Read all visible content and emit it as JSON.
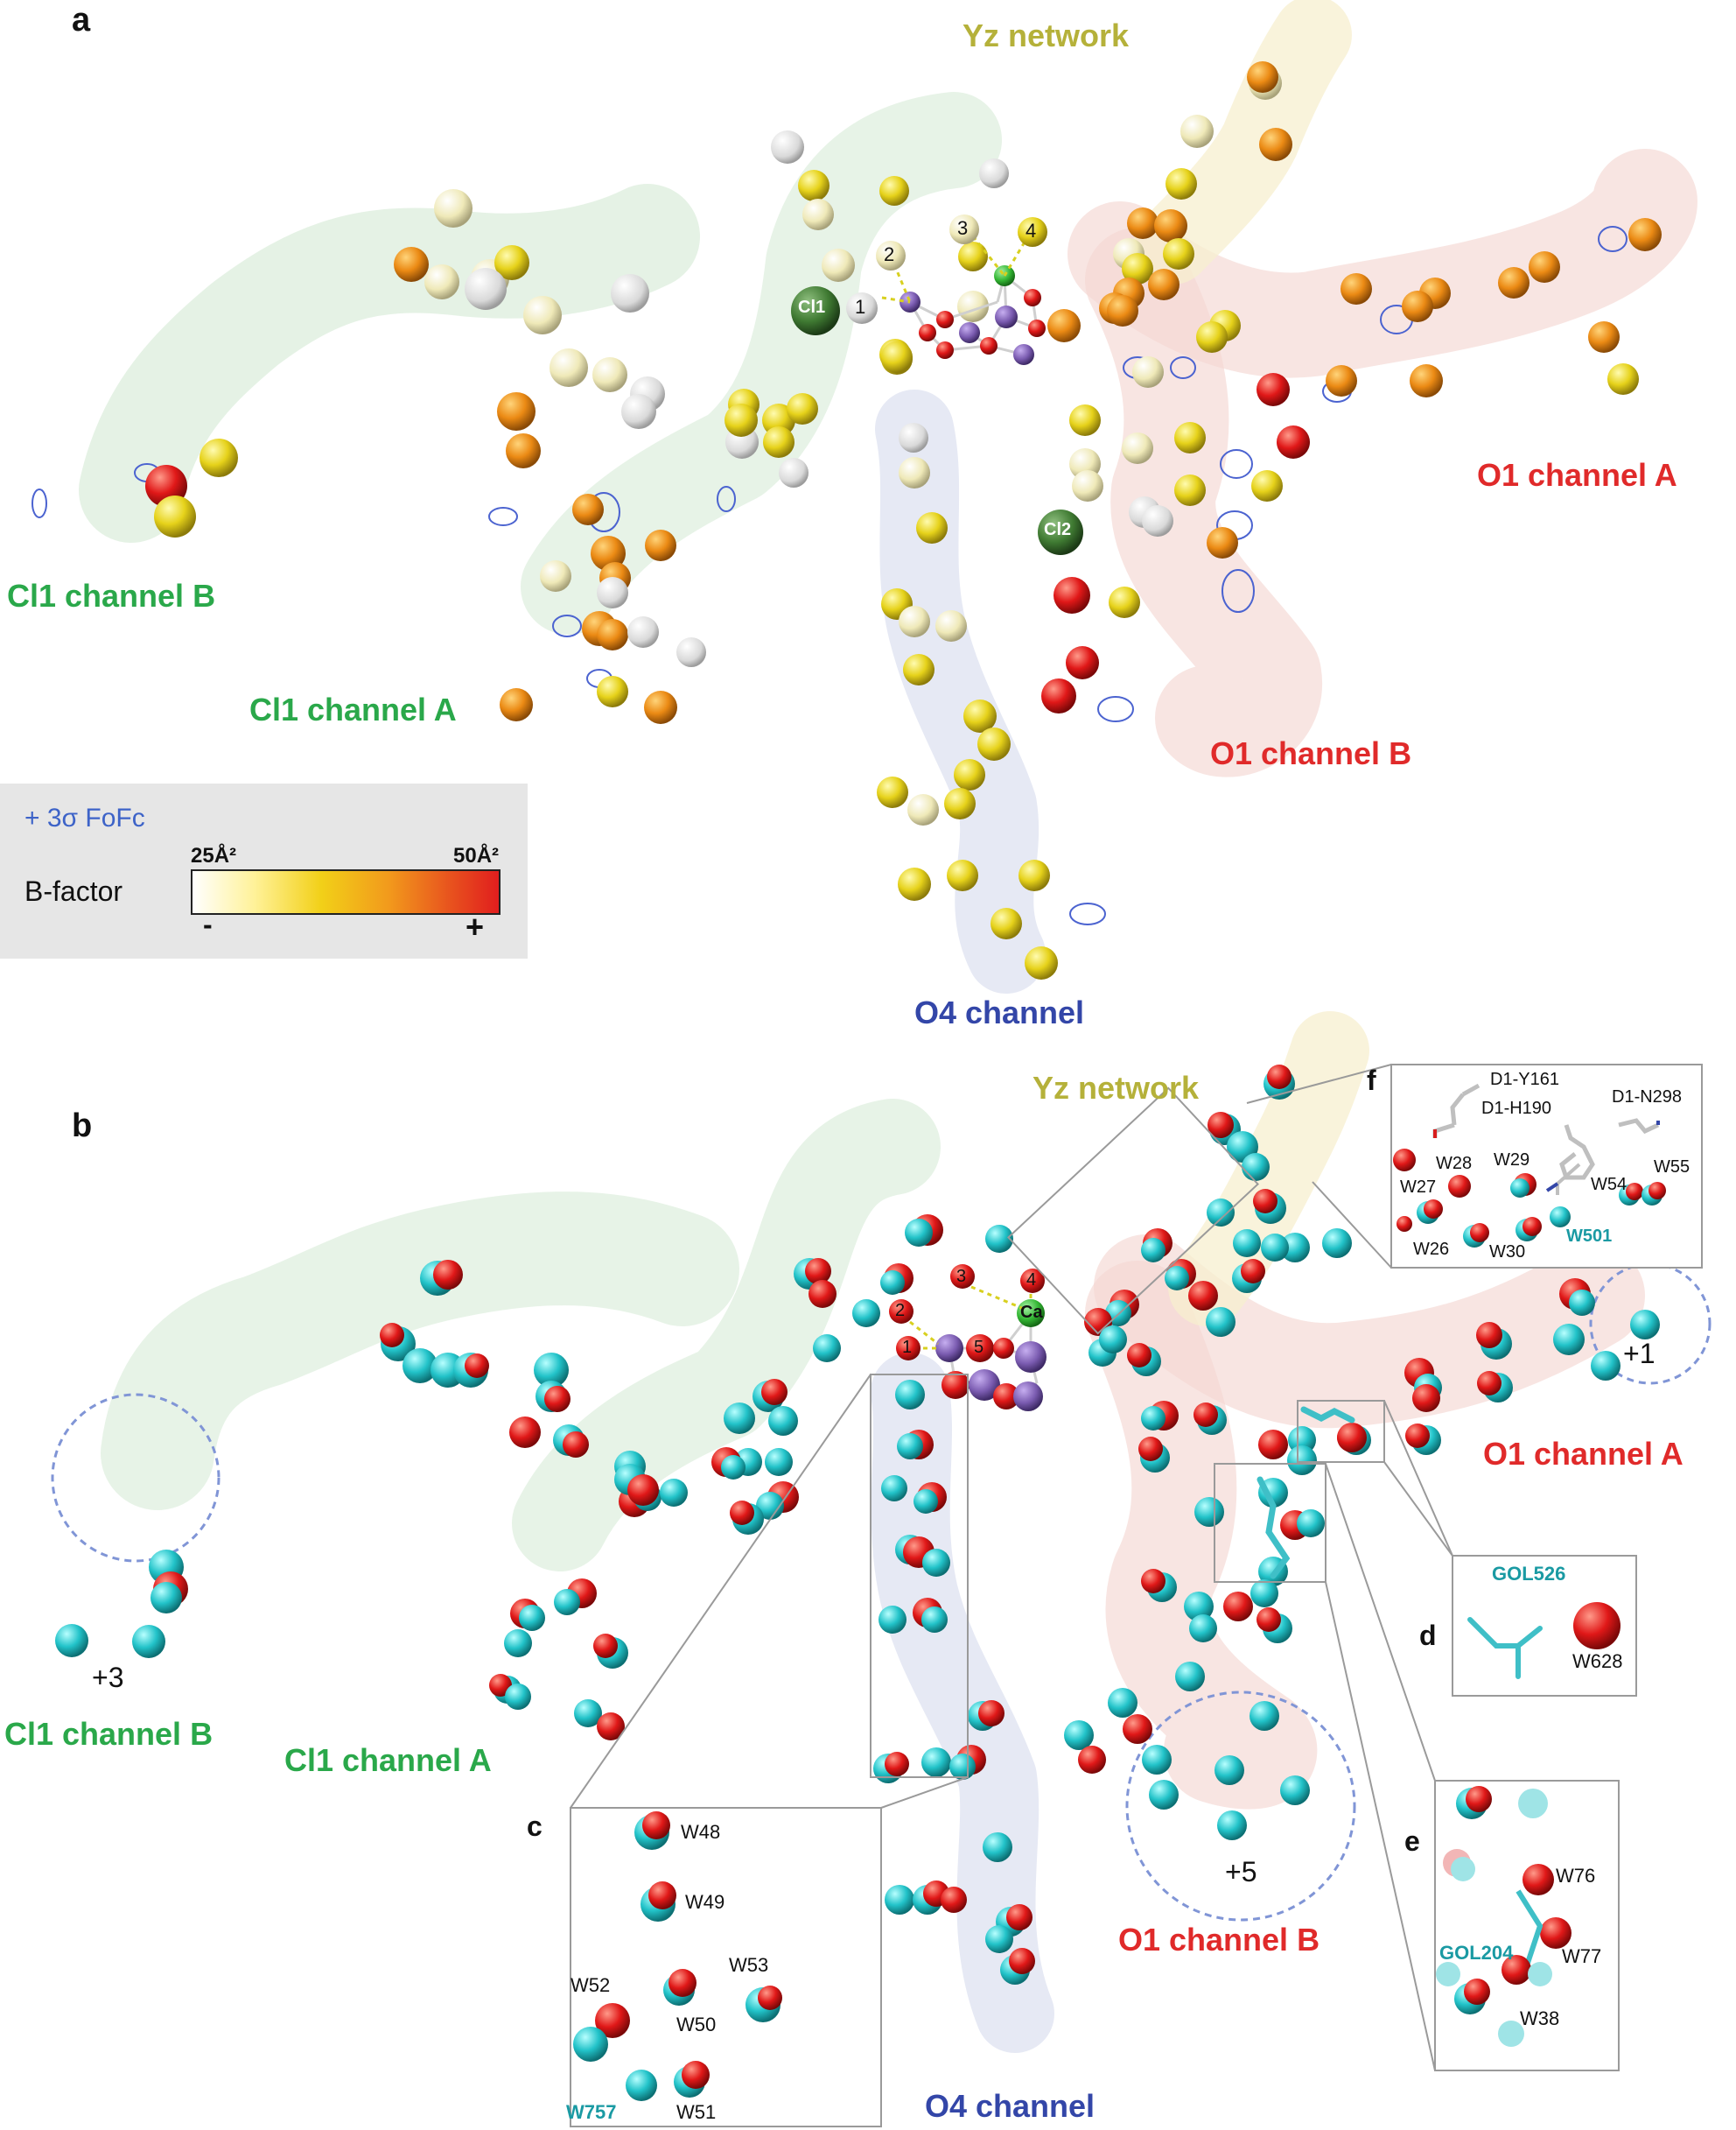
{
  "panels": {
    "a": "a",
    "b": "b",
    "c": "c",
    "d": "d",
    "e": "e",
    "f": "f"
  },
  "panel_a": {
    "labels": {
      "yz": "Yz network",
      "o1a": "O1 channel A",
      "o1b": "O1 channel B",
      "cl1a": "Cl1 channel A",
      "cl1b": "Cl1 channel B",
      "o4": "O4 channel"
    },
    "atoms": {
      "cl1": "Cl1",
      "cl2": "Cl2"
    },
    "numbers": [
      "1",
      "2",
      "3",
      "4"
    ]
  },
  "legend": {
    "fofc": "+ 3σ FoFc",
    "bfactor": "B-factor",
    "low": "25Å²",
    "high": "50Å²",
    "minus": "-",
    "plus": "+"
  },
  "panel_b": {
    "labels": {
      "yz": "Yz network",
      "o1a": "O1 channel A",
      "o1b": "O1 channel B",
      "cl1a": "Cl1 channel A",
      "cl1b": "Cl1 channel B",
      "o4": "O4 channel"
    },
    "ca": "Ca",
    "numbers": [
      "1",
      "2",
      "3",
      "4",
      "5"
    ],
    "counts": {
      "plus1": "+1",
      "plus3": "+3",
      "plus5": "+5"
    }
  },
  "inset_c": [
    "W48",
    "W49",
    "W52",
    "W53",
    "W50",
    "W757",
    "W51"
  ],
  "inset_d": {
    "gol": "GOL526",
    "w": "W628"
  },
  "inset_e": {
    "w76": "W76",
    "w77": "W77",
    "gol": "GOL204",
    "w38": "W38"
  },
  "inset_f": {
    "y161": "D1-Y161",
    "h190": "D1-H190",
    "n298": "D1-N298",
    "w28": "W28",
    "w29": "W29",
    "w27": "W27",
    "w54": "W54",
    "w55": "W55",
    "w26": "W26",
    "w30": "W30",
    "w501": "W501"
  },
  "colors": {
    "cl_green": "#2aa84a",
    "o1_red": "#e02a2a",
    "yz_olive": "#b5b13a",
    "o4_blue": "#3346a8",
    "water_cyan": "#22c3c9",
    "oxygen_red": "#d81e1e",
    "mn_purple": "#7a5bb0",
    "fofc_mesh": "#4b63d0"
  }
}
